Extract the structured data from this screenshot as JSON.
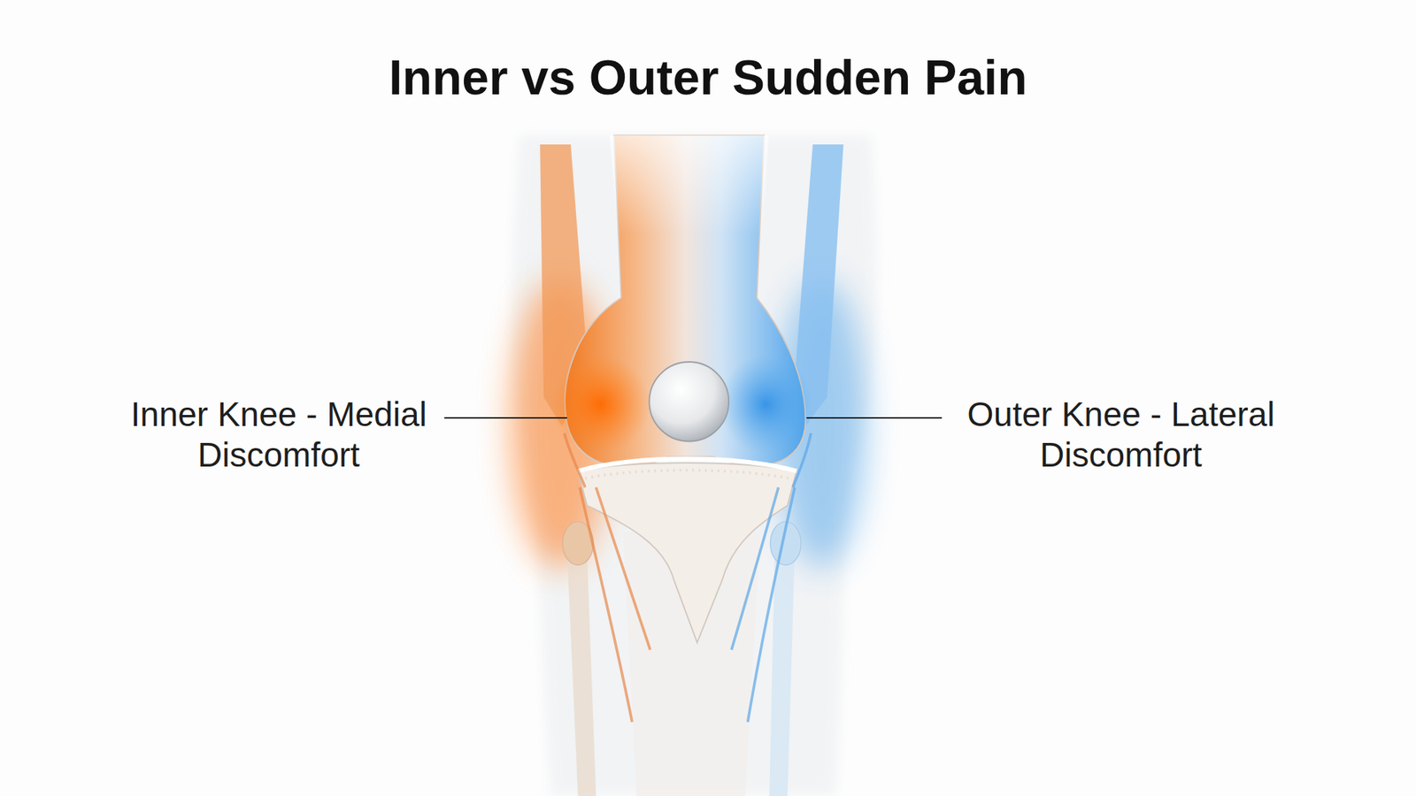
{
  "diagram": {
    "title": "Inner vs Outer Sudden Pain",
    "labels": [
      "Inner Knee - Medial Discomfort",
      "Outer Knee - Lateral Discomfort"
    ]
  }
}
